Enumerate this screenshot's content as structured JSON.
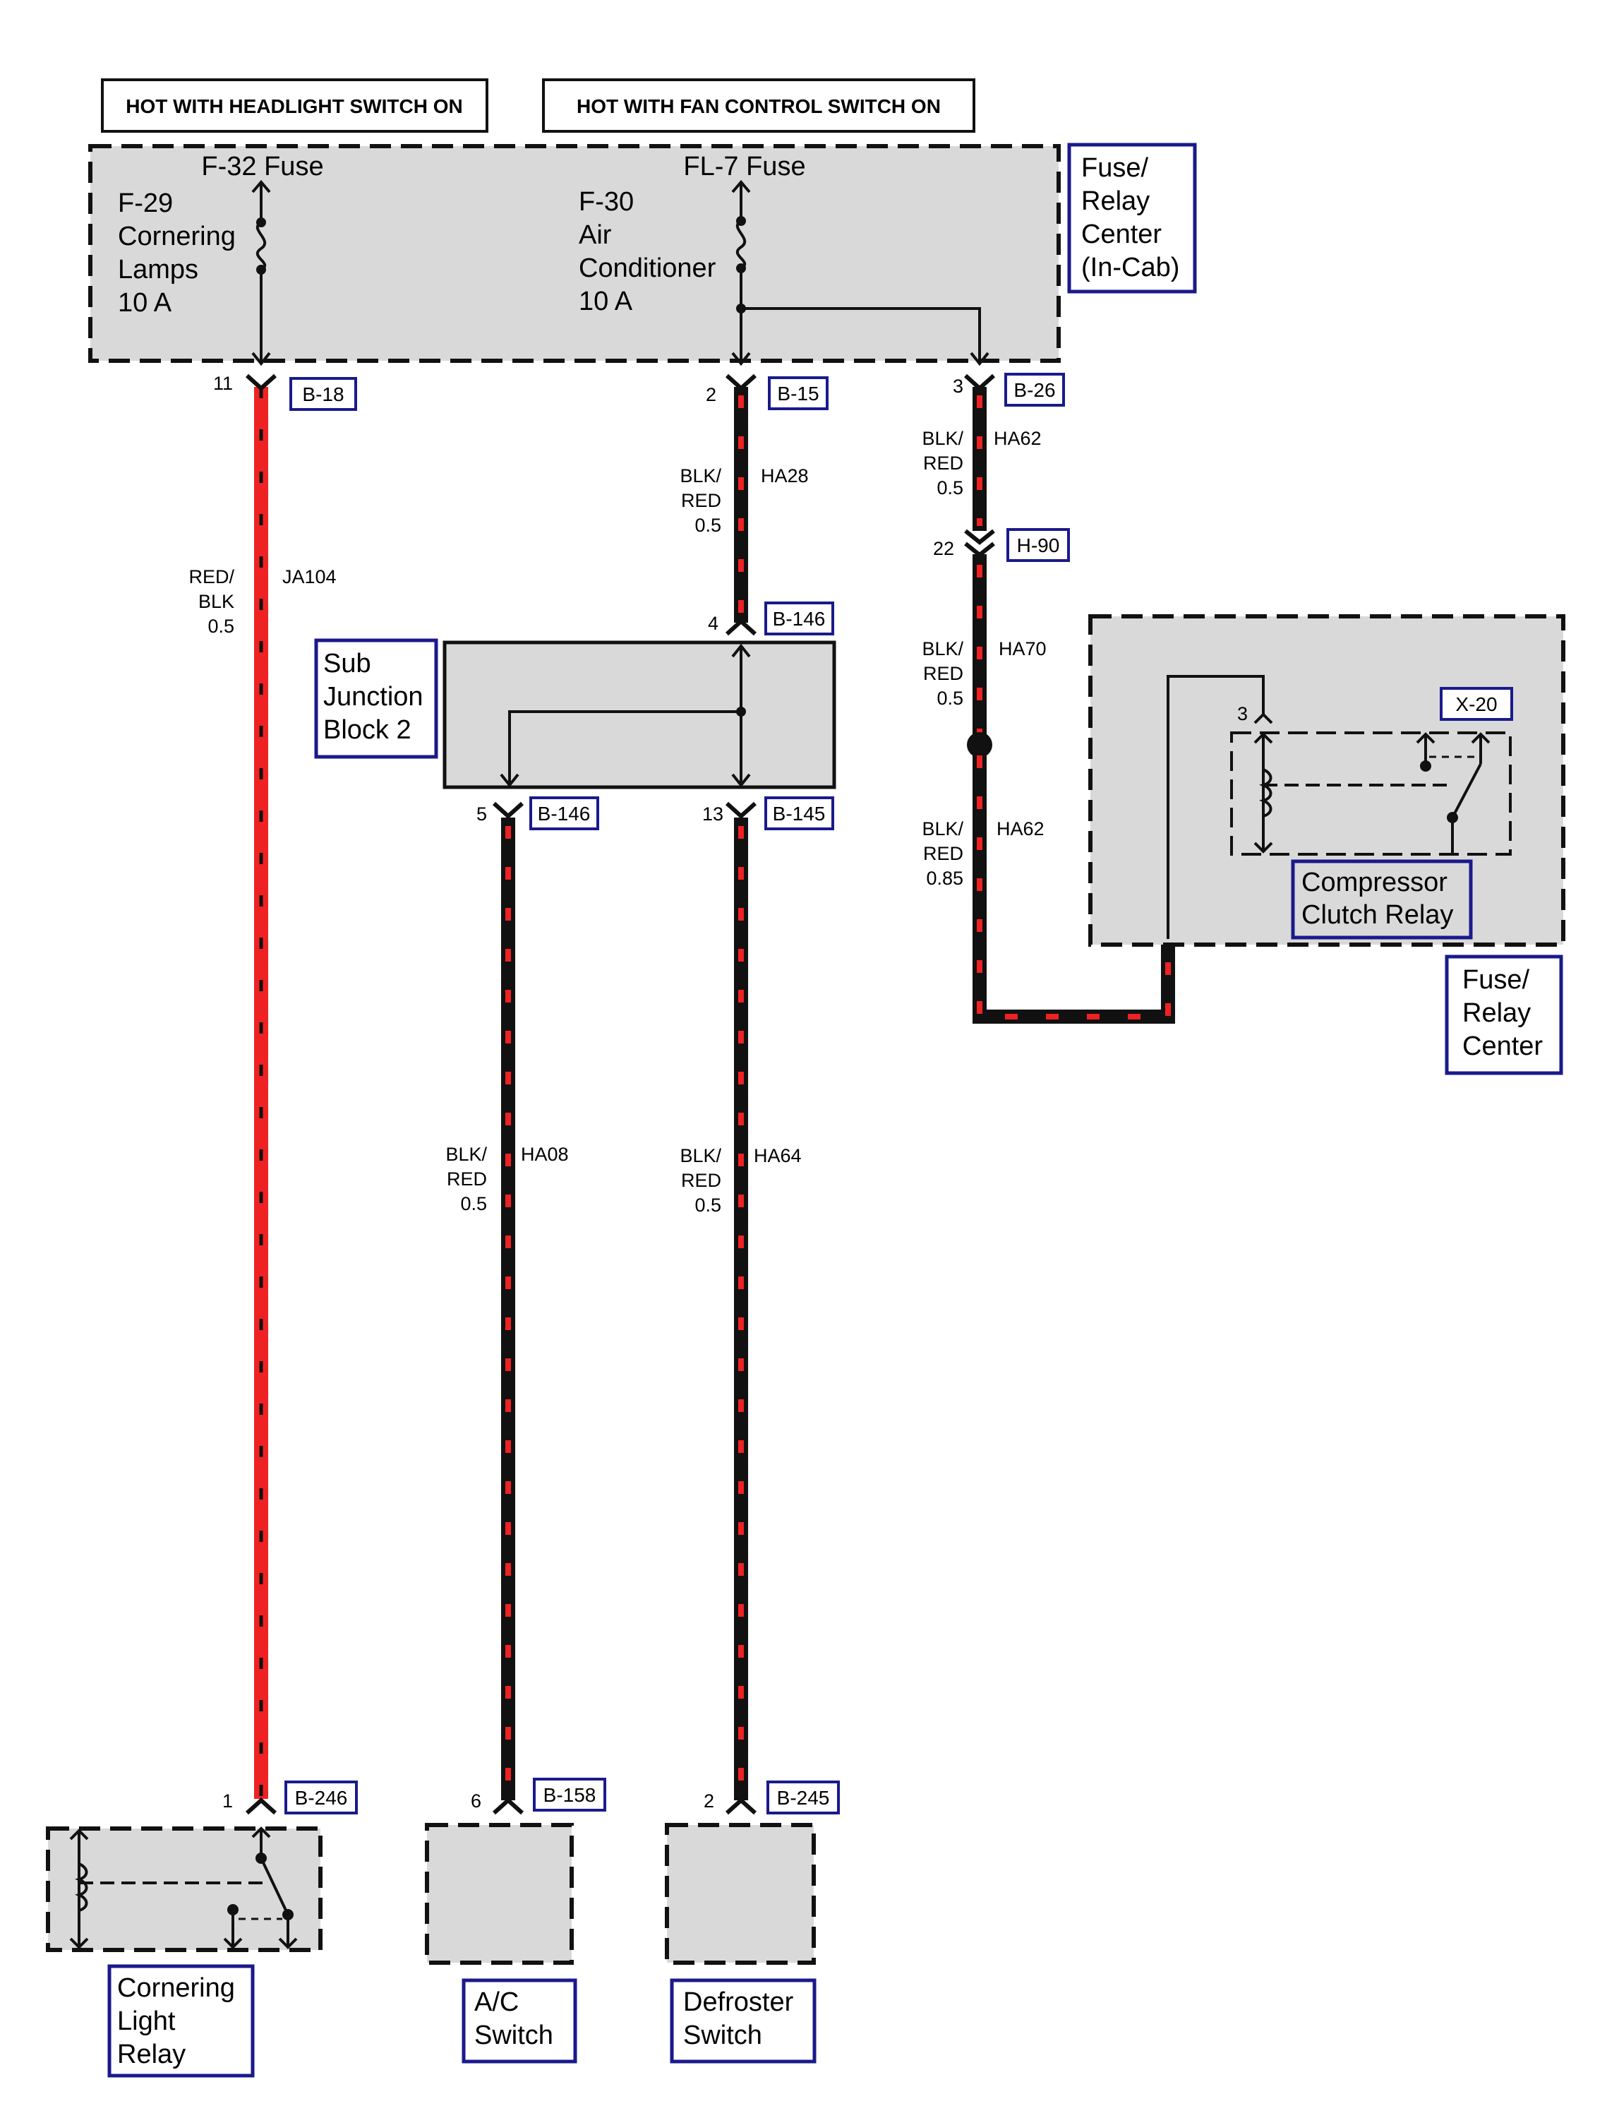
{
  "headers": {
    "headlight": "HOT WITH HEADLIGHT SWITCH ON",
    "fan": "HOT WITH FAN CONTROL SWITCH ON"
  },
  "fuse_relay_center_incab": {
    "label": [
      "Fuse/",
      "Relay",
      "Center",
      "(In-Cab)"
    ],
    "fuse_left": {
      "title": "F-32 Fuse",
      "lines": [
        "F-29",
        "Cornering",
        "Lamps",
        "10 A"
      ]
    },
    "fuse_right": {
      "title": "FL-7 Fuse",
      "lines": [
        "F-30",
        "Air",
        "Conditioner",
        "10 A"
      ]
    }
  },
  "connectors": {
    "b18": {
      "id": "B-18",
      "pin": "11"
    },
    "b15": {
      "id": "B-15",
      "pin": "2"
    },
    "b26": {
      "id": "B-26",
      "pin": "3"
    },
    "h90": {
      "id": "H-90",
      "pin": "22"
    },
    "b146_top": {
      "id": "B-146",
      "pin": "4"
    },
    "b146_bottom": {
      "id": "B-146",
      "pin": "5"
    },
    "b145": {
      "id": "B-145",
      "pin": "13"
    },
    "x20": {
      "id": "X-20",
      "pin": "3"
    },
    "b246": {
      "id": "B-246",
      "pin": "1"
    },
    "b158": {
      "id": "B-158",
      "pin": "6"
    },
    "b245": {
      "id": "B-245",
      "pin": "2"
    }
  },
  "wires": {
    "ja104": {
      "circuit": "JA104",
      "color": [
        "RED/",
        "BLK"
      ],
      "gauge": "0.5"
    },
    "ha28": {
      "circuit": "HA28",
      "color": [
        "BLK/",
        "RED"
      ],
      "gauge": "0.5"
    },
    "ha62_top": {
      "circuit": "HA62",
      "color": [
        "BLK/",
        "RED"
      ],
      "gauge": "0.5"
    },
    "ha70": {
      "circuit": "HA70",
      "color": [
        "BLK/",
        "RED"
      ],
      "gauge": "0.5"
    },
    "ha62_bottom": {
      "circuit": "HA62",
      "color": [
        "BLK/",
        "RED"
      ],
      "gauge": "0.85"
    },
    "ha08": {
      "circuit": "HA08",
      "color": [
        "BLK/",
        "RED"
      ],
      "gauge": "0.5"
    },
    "ha64": {
      "circuit": "HA64",
      "color": [
        "BLK/",
        "RED"
      ],
      "gauge": "0.5"
    }
  },
  "components": {
    "sub_junction": [
      "Sub",
      "Junction",
      "Block 2"
    ],
    "compressor_relay": [
      "Compressor",
      "Clutch Relay"
    ],
    "fuse_relay_center": [
      "Fuse/",
      "Relay",
      "Center"
    ],
    "cornering_relay": [
      "Cornering",
      "Light",
      "Relay"
    ],
    "ac_switch": [
      "A/C",
      "Switch"
    ],
    "defroster_switch": [
      "Defroster",
      "Switch"
    ]
  },
  "colors": {
    "red_wire": "#ee2222",
    "black_wire": "#111111",
    "label_border": "#1a1a8c",
    "component_fill": "#d9d9d9"
  }
}
